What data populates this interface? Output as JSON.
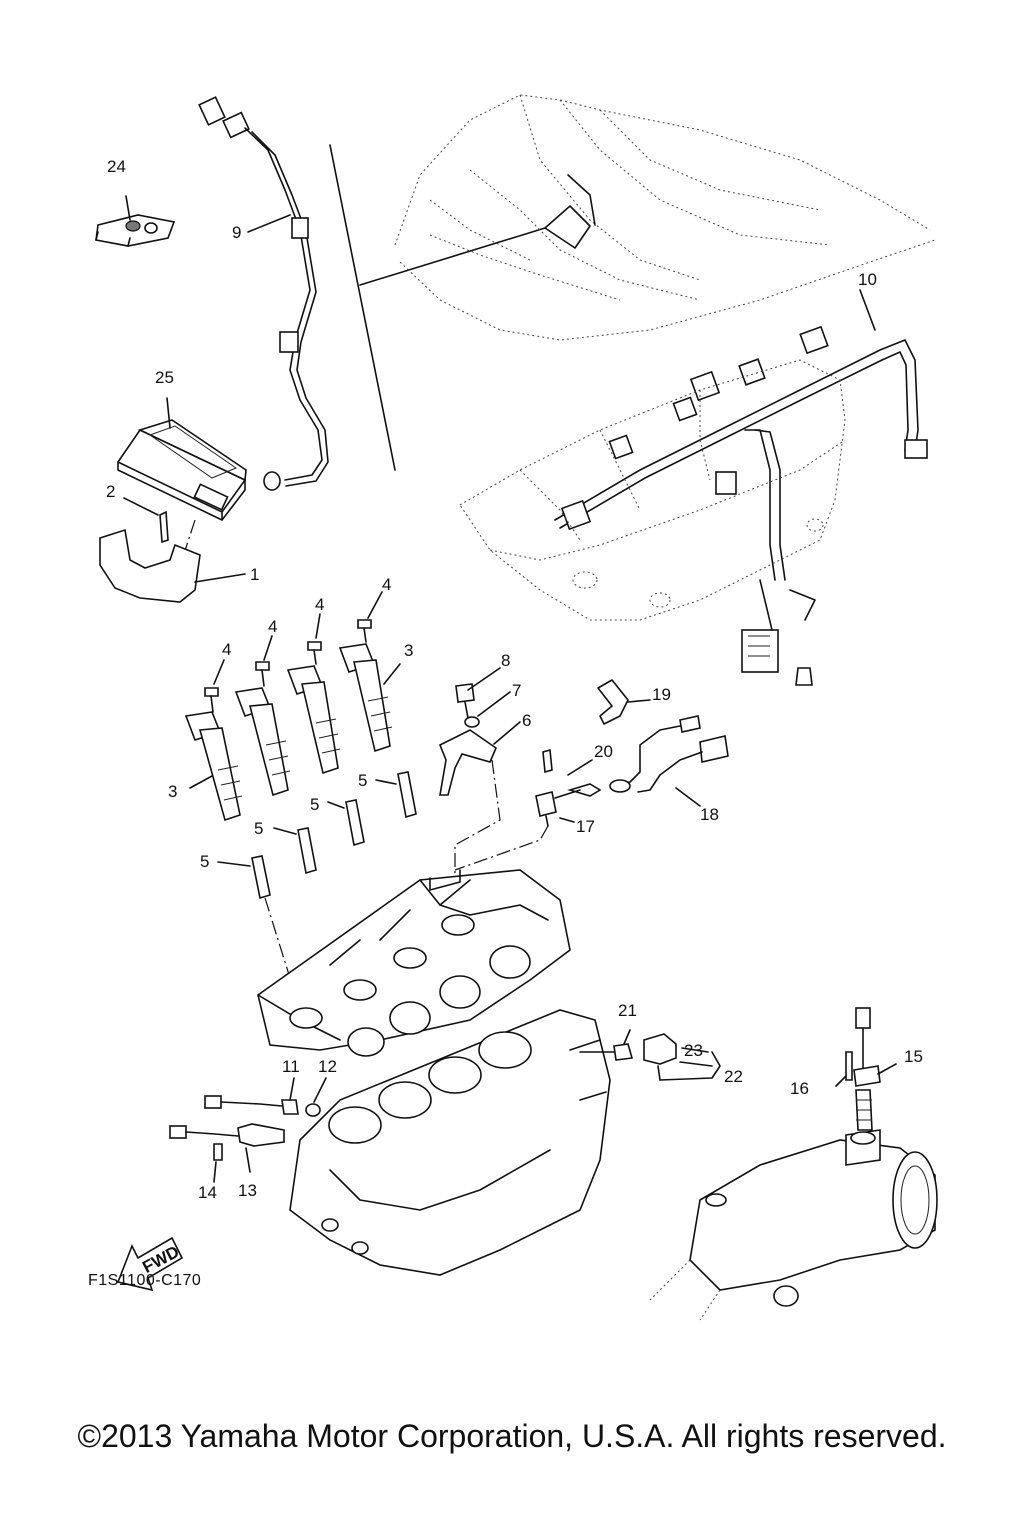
{
  "callouts": [
    {
      "id": "c24",
      "text": "24"
    },
    {
      "id": "c9",
      "text": "9"
    },
    {
      "id": "c25",
      "text": "25"
    },
    {
      "id": "c2",
      "text": "2"
    },
    {
      "id": "c1",
      "text": "1"
    },
    {
      "id": "c10",
      "text": "10"
    },
    {
      "id": "c4a",
      "text": "4"
    },
    {
      "id": "c4b",
      "text": "4"
    },
    {
      "id": "c4c",
      "text": "4"
    },
    {
      "id": "c4d",
      "text": "4"
    },
    {
      "id": "c3a",
      "text": "3"
    },
    {
      "id": "c3b",
      "text": "3"
    },
    {
      "id": "c8",
      "text": "8"
    },
    {
      "id": "c7",
      "text": "7"
    },
    {
      "id": "c6",
      "text": "6"
    },
    {
      "id": "c19",
      "text": "19"
    },
    {
      "id": "c20",
      "text": "20"
    },
    {
      "id": "c18",
      "text": "18"
    },
    {
      "id": "c17",
      "text": "17"
    },
    {
      "id": "c5a",
      "text": "5"
    },
    {
      "id": "c5b",
      "text": "5"
    },
    {
      "id": "c5c",
      "text": "5"
    },
    {
      "id": "c5d",
      "text": "5"
    },
    {
      "id": "c21",
      "text": "21"
    },
    {
      "id": "c23",
      "text": "23"
    },
    {
      "id": "c22",
      "text": "22"
    },
    {
      "id": "c15",
      "text": "15"
    },
    {
      "id": "c16",
      "text": "16"
    },
    {
      "id": "c11",
      "text": "11"
    },
    {
      "id": "c12",
      "text": "12"
    },
    {
      "id": "c14",
      "text": "14"
    },
    {
      "id": "c13",
      "text": "13"
    }
  ],
  "fwd_label": "FWD",
  "diagram_code": "F1S1100-C170",
  "copyright": "©2013 Yamaha Motor Corporation, U.S.A. All rights reserved."
}
